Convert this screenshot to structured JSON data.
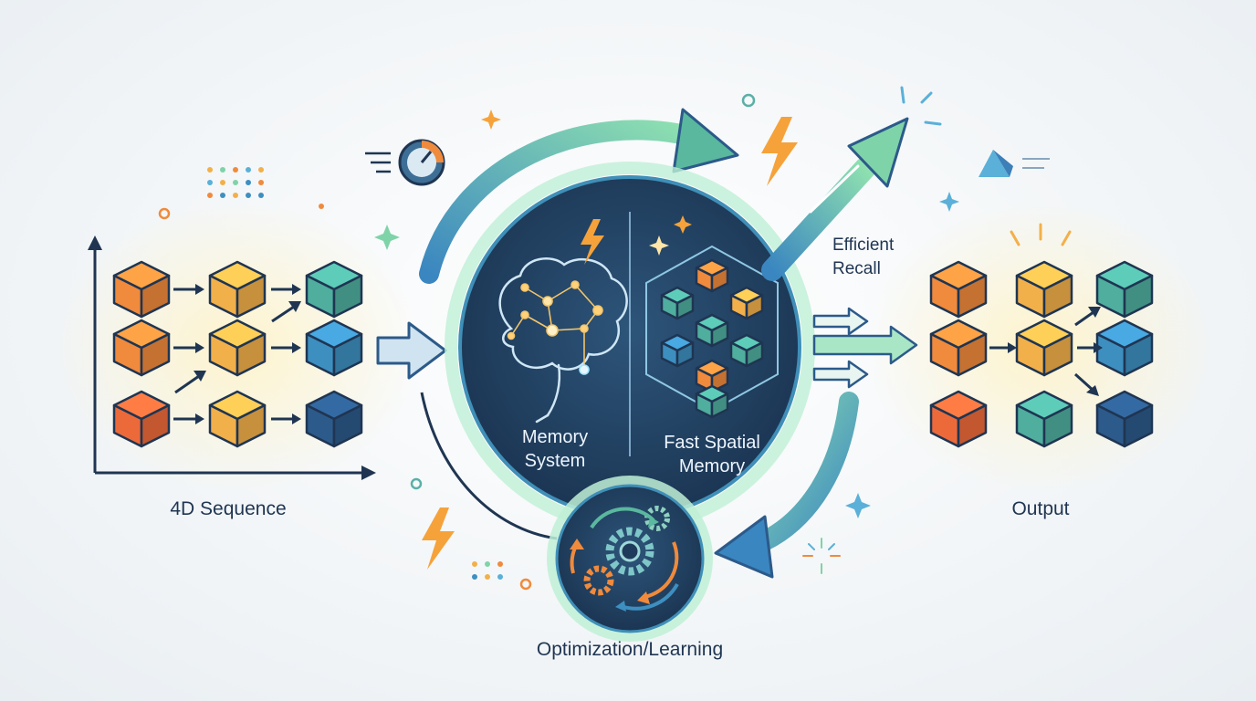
{
  "labels": {
    "input": "4D Sequence",
    "output": "Output",
    "recall_line1": "Efficient",
    "recall_line2": "Recall",
    "memory_line1": "Memory",
    "memory_line2": "System",
    "spatial_line1": "Fast Spatial",
    "spatial_line2": "Memory",
    "optimization": "Optimization/Learning"
  },
  "colors": {
    "navy": "#1f3552",
    "orange": "#f08a3c",
    "amber": "#f2b04a",
    "teal": "#4fae9e",
    "blue": "#3d8fc0",
    "deep_blue": "#2c5a8a",
    "green_arrow": "#7fd3a8",
    "circle_fill": "#1f3b5c",
    "circle_ring": "#8fe0b8"
  },
  "icons": {
    "brain": "brain-network-icon",
    "cube_grid": "cube-stack-icon",
    "gears": "gears-cycle-icon",
    "speed": "speedometer-icon",
    "lightning": "lightning-icon",
    "sparkle": "sparkle-icon",
    "prism": "prism-icon"
  }
}
